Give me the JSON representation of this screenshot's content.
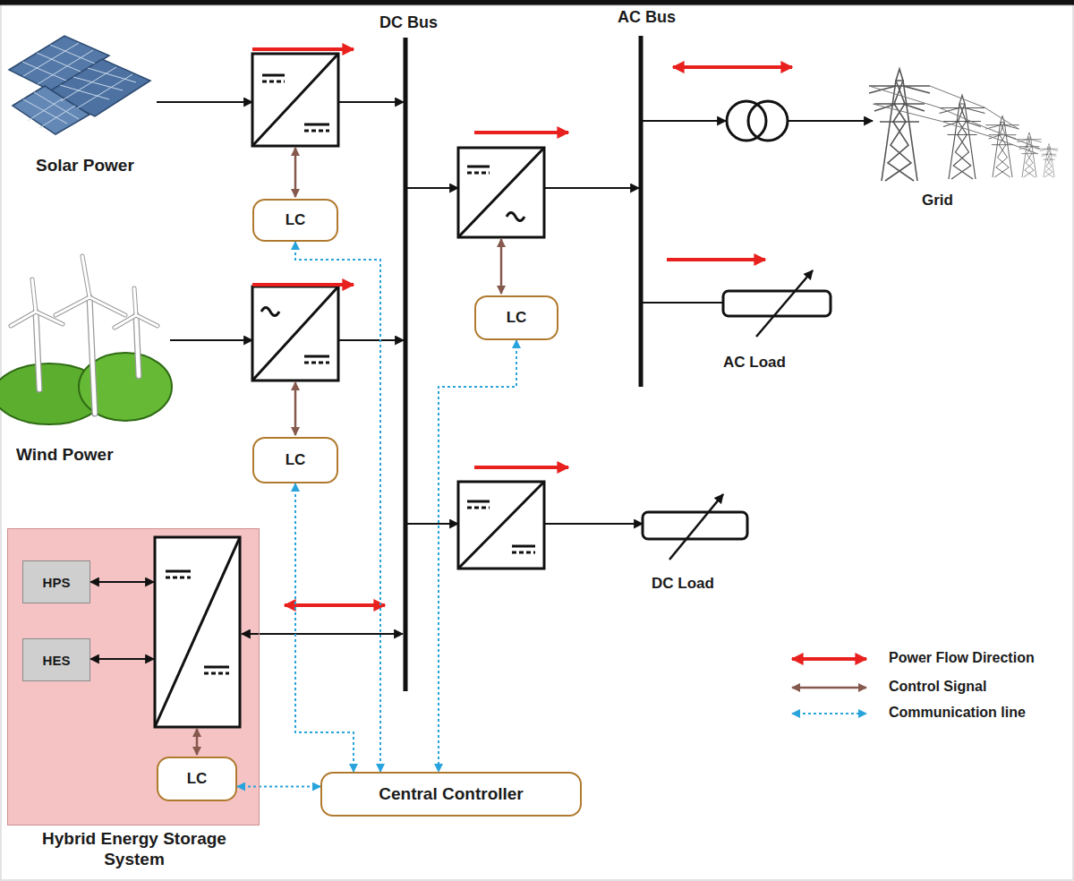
{
  "diagram": {
    "nodes": [
      {
        "text": [
          "LC"
        ]
      },
      {
        "text": [
          "LC"
        ]
      },
      {
        "text": [
          "LC"
        ]
      },
      {
        "text": [
          "Hybrid Energy Storage System"
        ]
      },
      {
        "text": [
          "HPS"
        ],
        "in": 3
      },
      {
        "text": [
          "HES"
        ],
        "in": 3
      },
      {
        "text": [
          "LC"
        ],
        "in": 3
      },
      {
        "text": [
          "Central Controller"
        ]
      }
    ],
    "edges": [
      {
        "from": 0,
        "to": 7,
        "arrow": "both"
      },
      {
        "from": 1,
        "to": 7,
        "arrow": "both"
      },
      {
        "from": 2,
        "to": 7,
        "arrow": "both"
      },
      {
        "from": 6,
        "to": 7,
        "arrow": "both"
      }
    ],
    "labels": [
      "DC Bus",
      "AC Bus",
      "Solar Power",
      "Wind Power",
      "Grid",
      "AC Load",
      "DC Load"
    ],
    "legend": [
      {
        "text": "Power Flow Direction"
      },
      {
        "text": "Control Signal"
      },
      {
        "text": "Communication line"
      }
    ]
  }
}
